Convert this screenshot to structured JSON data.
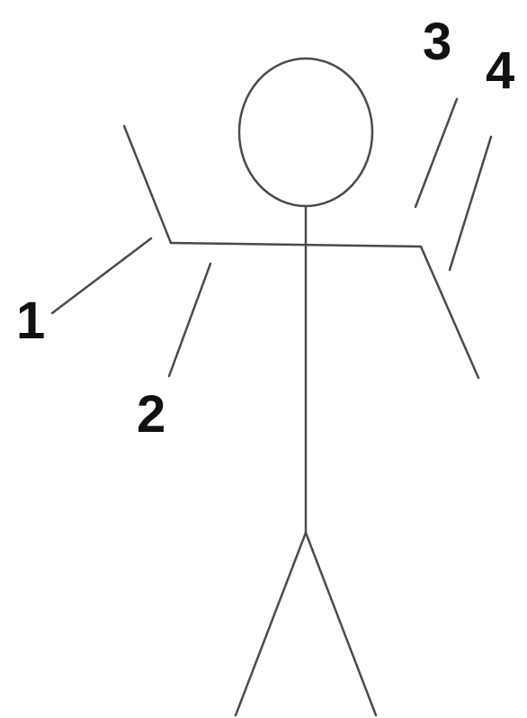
{
  "figure": {
    "stroke_color": "#4a4a4a",
    "label_color": "#111111",
    "background": "#ffffff"
  },
  "labels": {
    "one": "1",
    "two": "2",
    "three": "3",
    "four": "4"
  }
}
